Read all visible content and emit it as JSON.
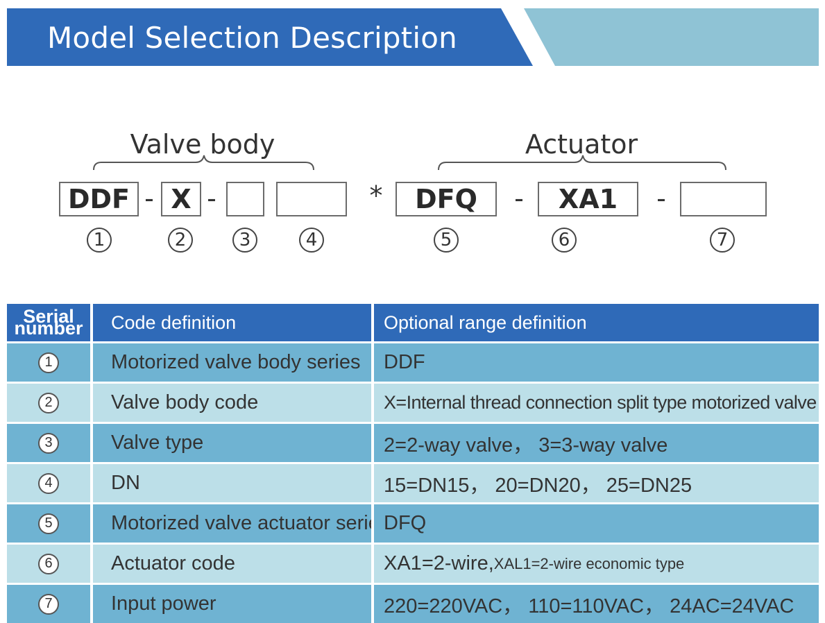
{
  "header": {
    "title": "Model Selection Description"
  },
  "diagram": {
    "groups": {
      "valve_body": "Valve body",
      "actuator": "Actuator"
    },
    "boxes": [
      "DDF",
      "X",
      "",
      "",
      "DFQ",
      "XA1",
      ""
    ],
    "separators": {
      "dash": "-",
      "star": "*"
    },
    "numbers": [
      "1",
      "2",
      "3",
      "4",
      "5",
      "6",
      "7"
    ]
  },
  "table": {
    "headers": {
      "serial": [
        "Serial",
        "number"
      ],
      "code": "Code definition",
      "range": "Optional range definition"
    },
    "rows": [
      {
        "num": "1",
        "code": "Motorized valve body series",
        "range": "DDF"
      },
      {
        "num": "2",
        "code": "Valve body code",
        "range": "X=Internal thread connection split type motorized valve"
      },
      {
        "num": "3",
        "code": "Valve type",
        "range": "2=2-way valve， 3=3-way valve"
      },
      {
        "num": "4",
        "code": "DN",
        "range": "15=DN15， 20=DN20， 25=DN25"
      },
      {
        "num": "5",
        "code": "Motorized valve actuator series",
        "range": "DFQ"
      },
      {
        "num": "6",
        "code": "Actuator code",
        "range": "XA1=2-wire,",
        "range_small": "XAL1=2-wire economic type"
      },
      {
        "num": "7",
        "code": "Input power",
        "range": "220=220VAC， 110=110VAC， 24AC=24VAC"
      }
    ]
  },
  "colors": {
    "banner_dark": "#2f6ab8",
    "banner_light": "#8fc3d5",
    "row_dark": "#6fb3d2",
    "row_light": "#bcdfe8"
  }
}
